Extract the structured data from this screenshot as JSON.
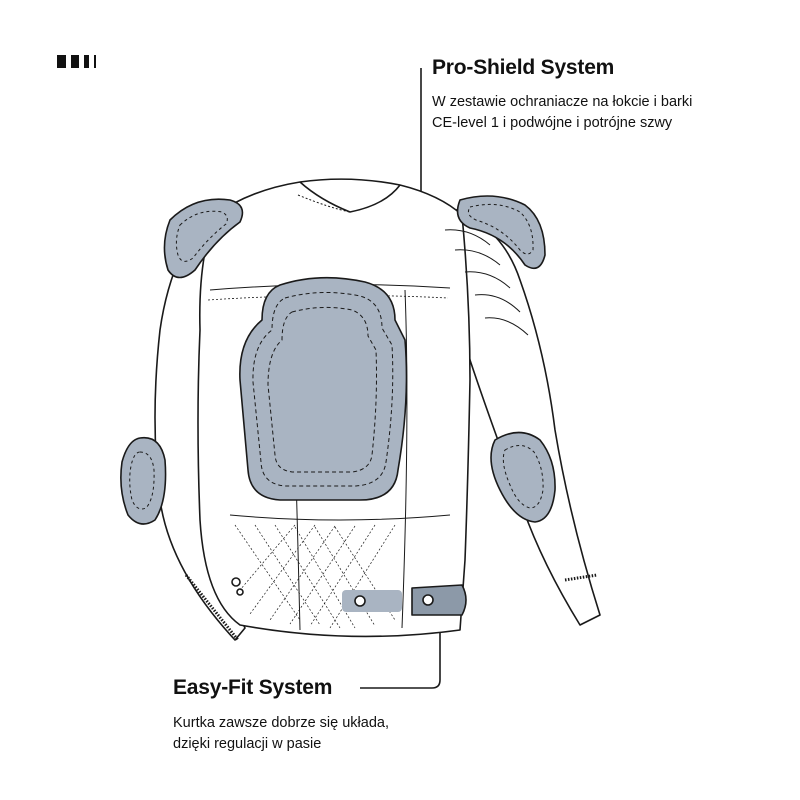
{
  "brand_logo": "logo-bars",
  "colors": {
    "outline": "#1a1a1a",
    "protector": "#a9b4c2",
    "protector_dark": "#8c99a8",
    "text": "#111111"
  },
  "features": [
    {
      "title": "Pro-Shield System",
      "lines": [
        "W zestawie ochraniacze na łokcie i barki",
        "CE-level 1 i podwójne i potrójne szwy"
      ]
    },
    {
      "title": "Easy-Fit System",
      "lines": [
        "Kurtka zawsze dobrze się układa,",
        "dzięki regulacji w pasie"
      ]
    }
  ]
}
